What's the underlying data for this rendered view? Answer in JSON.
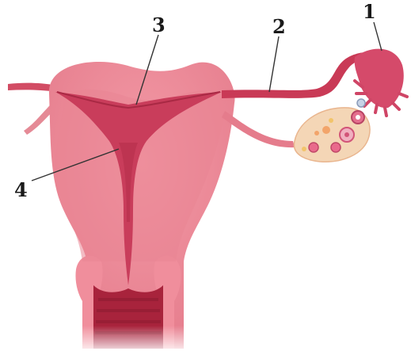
{
  "labels": {
    "l1": "1",
    "l2": "2",
    "l3": "3",
    "l4": "4"
  },
  "colors": {
    "uterus_outer": "#ec8f9c",
    "uterus_dark": "#c53a55",
    "cavity": "#cf4566",
    "tube": "#c93a56",
    "fimbria": "#d54a6a",
    "ovary": "#f4d6b6",
    "leader_line": "#333333"
  }
}
